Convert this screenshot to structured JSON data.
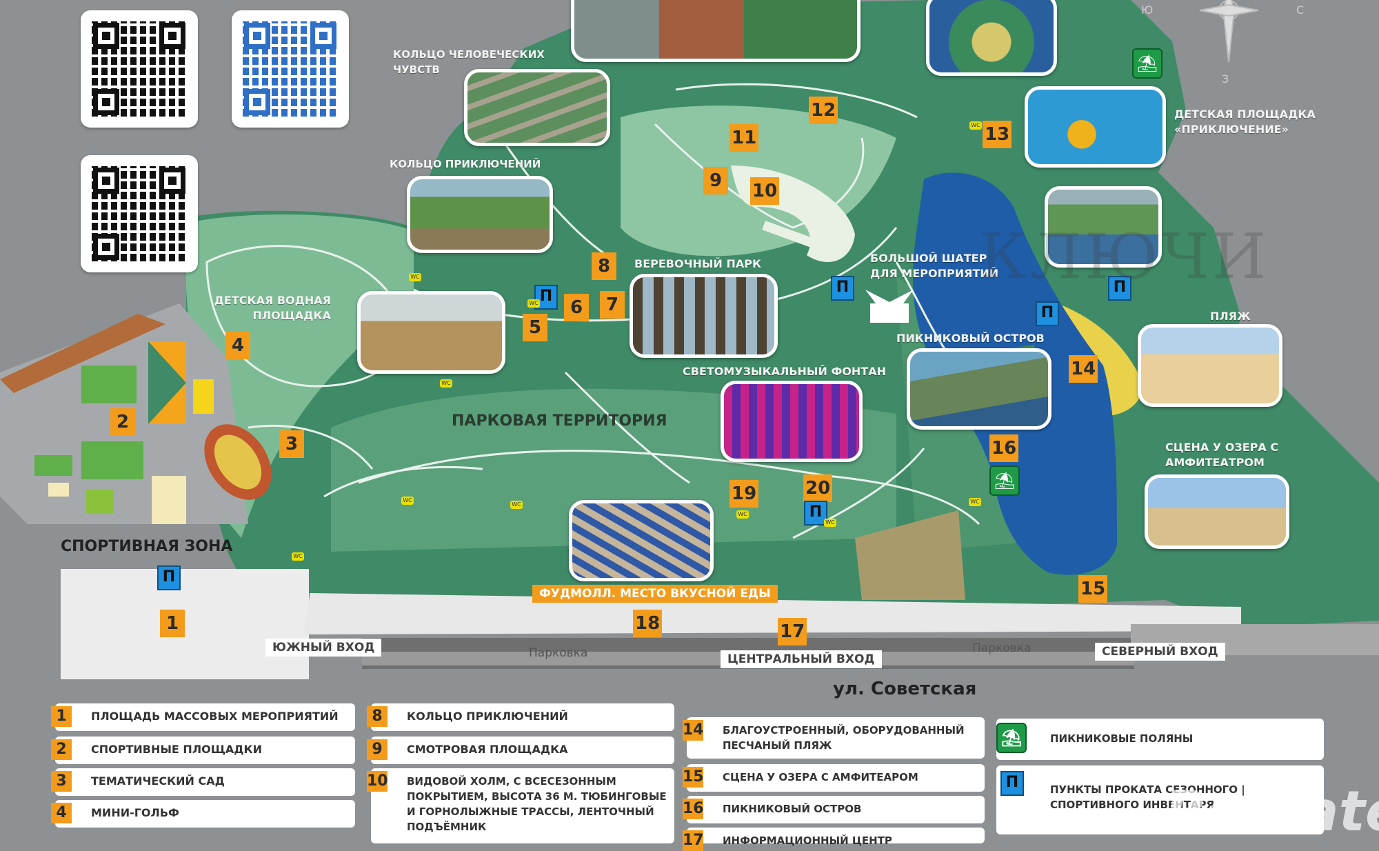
{
  "colors": {
    "park_green": "#3f8a67",
    "light_green": "#7fbf98",
    "water": "#1f5da8",
    "marker_orange": "#f39c1b",
    "rental_blue": "#1e90e0",
    "background_gray": "#8e9193"
  },
  "compass": {
    "north_label": "С",
    "south_label": "Ю",
    "west_label": "З"
  },
  "area_labels": {
    "human_feelings_ring": "КОЛЬЦО ЧЕЛОВЕЧЕСКИХ ЧУВСТВ",
    "adventure_ring": "КОЛЬЦО ПРИКЛЮЧЕНИЙ",
    "kids_water_playground": "ДЕТСКАЯ ВОДНАЯ ПЛОЩАДКА",
    "rope_park": "ВЕРЕВОЧНЫЙ ПАРК",
    "big_tent": "БОЛЬШОЙ ШАТЕР ДЛЯ МЕРОПРИЯТИЙ",
    "picnic_island": "ПИКНИКОВЫЙ ОСТРОВ",
    "music_fountain": "СВЕТОМУЗЫКАЛЬНЫЙ ФОНТАН",
    "park_territory": "ПАРКОВАЯ ТЕРРИТОРИЯ",
    "kids_adventure_playground": "ДЕТСКАЯ ПЛОЩАДКА «ПРИКЛЮЧЕНИЕ»",
    "beach": "ПЛЯЖ",
    "lake_stage": "СЦЕНА У ОЗЕРА С АМФИТЕАТРОМ",
    "sports_zone": "СПОРТИВНАЯ ЗОНА",
    "foodmall": "ФУДМОЛЛ. МЕСТО ВКУСНОЙ ЕДЫ",
    "south_entrance": "ЮЖНЫЙ ВХОД",
    "central_entrance": "ЦЕНТРАЛЬНЫЙ ВХОД",
    "north_entrance": "СЕВЕРНЫЙ ВХОД",
    "parking_left": "Парковка",
    "parking_right": "Парковка",
    "street": "ул. Советская"
  },
  "map_markers": [
    "1",
    "2",
    "3",
    "4",
    "5",
    "6",
    "7",
    "8",
    "9",
    "10",
    "11",
    "12",
    "13",
    "14",
    "15",
    "16",
    "17",
    "18",
    "19",
    "20"
  ],
  "rental_symbol": "П",
  "wc_symbol": "WC",
  "legend": [
    {
      "num": "1",
      "text": "ПЛОЩАДЬ МАССОВЫХ МЕРОПРИЯТИЙ"
    },
    {
      "num": "2",
      "text": "СПОРТИВНЫЕ ПЛОЩАДКИ"
    },
    {
      "num": "3",
      "text": "ТЕМАТИЧЕСКИЙ САД"
    },
    {
      "num": "4",
      "text": "МИНИ-ГОЛЬФ"
    },
    {
      "num": "8",
      "text": "КОЛЬЦО ПРИКЛЮЧЕНИЙ"
    },
    {
      "num": "9",
      "text": "СМОТРОВАЯ ПЛОЩАДКА"
    },
    {
      "num": "10",
      "text": "ВИДОВОЙ ХОЛМ, С ВСЕСЕЗОННЫМ ПОКРЫТИЕМ, ВЫСОТА 36 М. ТЮБИНГОВЫЕ И ГОРНОЛЫЖНЫЕ ТРАССЫ, ЛЕНТОЧНЫЙ ПОДЪЁМНИК"
    },
    {
      "num": "14",
      "text": "БЛАГОУСТРОЕННЫЙ, ОБОРУДОВАННЫЙ ПЕСЧАНЫЙ ПЛЯЖ"
    },
    {
      "num": "15",
      "text": "СЦЕНА У ОЗЕРА С АМФИТЕАРОМ"
    },
    {
      "num": "16",
      "text": "ПИКНИКОВЫЙ ОСТРОВ"
    },
    {
      "num": "17",
      "text": "ИНФОРМАЦИОННЫЙ ЦЕНТР"
    },
    {
      "symbol": "picnic",
      "text": "ПИКНИКОВЫЕ ПОЛЯНЫ"
    },
    {
      "symbol": "П",
      "text": "ПУНКТЫ ПРОКАТА СЕЗОННОГО | СПОРТИВНОГО ИНВЕНТАРЯ"
    }
  ],
  "watermarks": {
    "agency": "КЛЮЧИ",
    "site": "Restate"
  }
}
